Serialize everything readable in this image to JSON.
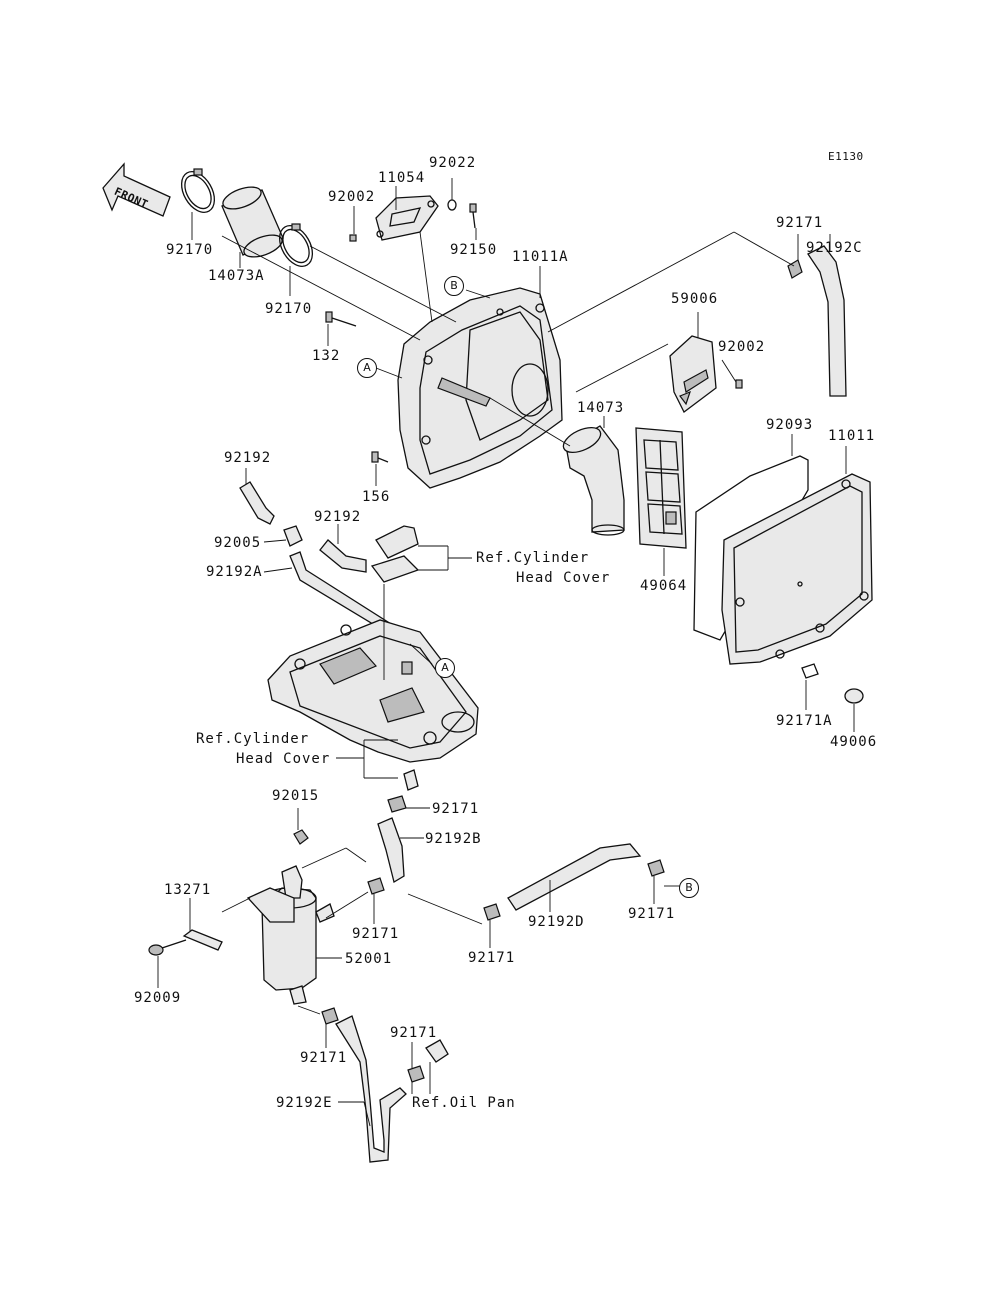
{
  "diagram_code": "E1130",
  "front_arrow": "FRONT",
  "part_labels": {
    "p92170a": "92170",
    "p14073A": "14073A",
    "p92170b": "92170",
    "p92002a": "92002",
    "p11054": "11054",
    "p92022": "92022",
    "p92150": "92150",
    "p11011A": "11011A",
    "p132": "132",
    "p92171a": "92171",
    "p92192C": "92192C",
    "p59006": "59006",
    "p92002b": "92002",
    "p14073": "14073",
    "p92093": "92093",
    "p11011": "11011",
    "p156": "156",
    "p92192a": "92192",
    "p92192b": "92192",
    "p92005": "92005",
    "p92192A": "92192A",
    "p49064": "49064",
    "p92171A": "92171A",
    "p49006": "49006",
    "p92015": "92015",
    "p92171b": "92171",
    "p92192B": "92192B",
    "p13271": "13271",
    "p92171c": "92171",
    "p52001": "52001",
    "p92009": "92009",
    "p92171d": "92171",
    "p92192D": "92192D",
    "p92171e": "92171",
    "p92171f": "92171",
    "p92171g": "92171",
    "p92192E": "92192E"
  },
  "references": {
    "cyl_head_cover_1_line1": "Ref.Cylinder",
    "cyl_head_cover_1_line2": "Head Cover",
    "cyl_head_cover_2_line1": "Ref.Cylinder",
    "cyl_head_cover_2_line2": "Head Cover",
    "oil_pan": "Ref.Oil Pan"
  },
  "connection_markers": {
    "a1": "A",
    "a2": "A",
    "b1": "B",
    "b2": "B"
  }
}
